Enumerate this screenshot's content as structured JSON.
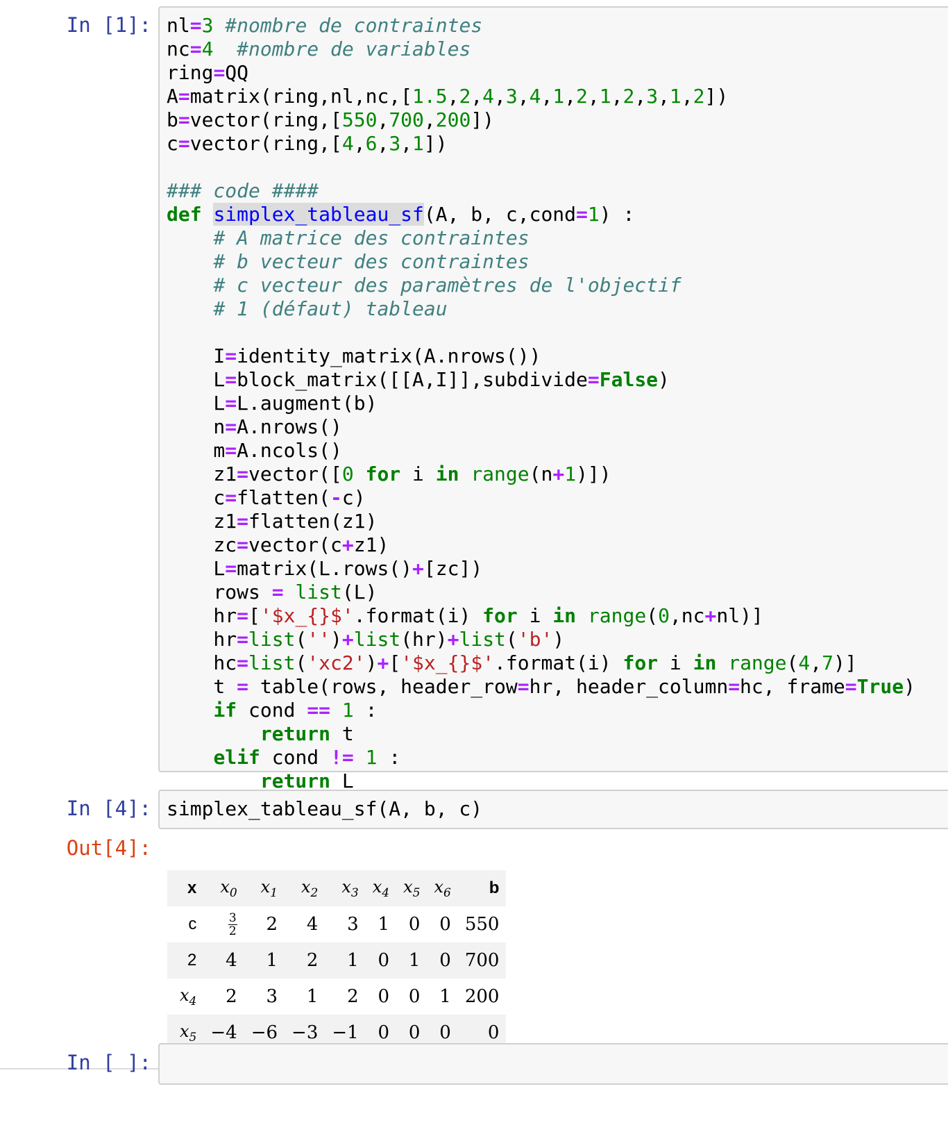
{
  "cells": [
    {
      "prompt": "In [1]:",
      "lines": [
        [
          [
            "nl",
            ""
          ],
          [
            "=",
            "op"
          ],
          [
            "3",
            "num"
          ],
          [
            " ",
            ""
          ],
          [
            "#nombre de contraintes",
            "cm"
          ]
        ],
        [
          [
            "nc",
            ""
          ],
          [
            "=",
            "op"
          ],
          [
            "4",
            "num"
          ],
          [
            "  ",
            ""
          ],
          [
            "#nombre de variables",
            "cm"
          ]
        ],
        [
          [
            "ring",
            ""
          ],
          [
            "=",
            "op"
          ],
          [
            "QQ",
            ""
          ]
        ],
        [
          [
            "A",
            ""
          ],
          [
            "=",
            "op"
          ],
          [
            "matrix(ring,nl,nc,[",
            ""
          ],
          [
            "1.5",
            "num"
          ],
          [
            ",",
            ""
          ],
          [
            "2",
            "num"
          ],
          [
            ",",
            ""
          ],
          [
            "4",
            "num"
          ],
          [
            ",",
            ""
          ],
          [
            "3",
            "num"
          ],
          [
            ",",
            ""
          ],
          [
            "4",
            "num"
          ],
          [
            ",",
            ""
          ],
          [
            "1",
            "num"
          ],
          [
            ",",
            ""
          ],
          [
            "2",
            "num"
          ],
          [
            ",",
            ""
          ],
          [
            "1",
            "num"
          ],
          [
            ",",
            ""
          ],
          [
            "2",
            "num"
          ],
          [
            ",",
            ""
          ],
          [
            "3",
            "num"
          ],
          [
            ",",
            ""
          ],
          [
            "1",
            "num"
          ],
          [
            ",",
            ""
          ],
          [
            "2",
            "num"
          ],
          [
            "])",
            ""
          ]
        ],
        [
          [
            "b",
            ""
          ],
          [
            "=",
            "op"
          ],
          [
            "vector(ring,[",
            ""
          ],
          [
            "550",
            "num"
          ],
          [
            ",",
            ""
          ],
          [
            "700",
            "num"
          ],
          [
            ",",
            ""
          ],
          [
            "200",
            "num"
          ],
          [
            "])",
            ""
          ]
        ],
        [
          [
            "c",
            ""
          ],
          [
            "=",
            "op"
          ],
          [
            "vector(ring,[",
            ""
          ],
          [
            "4",
            "num"
          ],
          [
            ",",
            ""
          ],
          [
            "6",
            "num"
          ],
          [
            ",",
            ""
          ],
          [
            "3",
            "num"
          ],
          [
            ",",
            ""
          ],
          [
            "1",
            "num"
          ],
          [
            "])",
            ""
          ]
        ],
        [],
        [
          [
            "### code ####",
            "cm"
          ]
        ],
        [
          [
            "def",
            "kw"
          ],
          [
            " ",
            ""
          ],
          [
            "simplex_tableau_sf",
            "fn"
          ],
          [
            "(A, b, c,cond",
            ""
          ],
          [
            "=",
            "op"
          ],
          [
            "1",
            "num"
          ],
          [
            ") :",
            ""
          ]
        ],
        [
          [
            "    ",
            ""
          ],
          [
            "# A matrice des contraintes",
            "cm"
          ]
        ],
        [
          [
            "    ",
            ""
          ],
          [
            "# b vecteur des contraintes",
            "cm"
          ]
        ],
        [
          [
            "    ",
            ""
          ],
          [
            "# c vecteur des paramètres de l'objectif",
            "cm"
          ]
        ],
        [
          [
            "    ",
            ""
          ],
          [
            "# 1 (défaut) tableau",
            "cm"
          ]
        ],
        [],
        [
          [
            "    I",
            ""
          ],
          [
            "=",
            "op"
          ],
          [
            "identity_matrix(A.nrows())",
            ""
          ]
        ],
        [
          [
            "    L",
            ""
          ],
          [
            "=",
            "op"
          ],
          [
            "block_matrix([[A,I]],subdivide",
            ""
          ],
          [
            "=",
            "op"
          ],
          [
            "False",
            "kw"
          ],
          [
            ")",
            ""
          ]
        ],
        [
          [
            "    L",
            ""
          ],
          [
            "=",
            "op"
          ],
          [
            "L.augment(b)",
            ""
          ]
        ],
        [
          [
            "    n",
            ""
          ],
          [
            "=",
            "op"
          ],
          [
            "A.nrows()",
            ""
          ]
        ],
        [
          [
            "    m",
            ""
          ],
          [
            "=",
            "op"
          ],
          [
            "A.ncols()",
            ""
          ]
        ],
        [
          [
            "    z1",
            ""
          ],
          [
            "=",
            "op"
          ],
          [
            "vector([",
            ""
          ],
          [
            "0",
            "num"
          ],
          [
            " ",
            ""
          ],
          [
            "for",
            "kw"
          ],
          [
            " i ",
            ""
          ],
          [
            "in",
            "kw"
          ],
          [
            " ",
            ""
          ],
          [
            "range",
            "bi"
          ],
          [
            "(n",
            ""
          ],
          [
            "+",
            "op"
          ],
          [
            "1",
            "num"
          ],
          [
            ")])",
            ""
          ]
        ],
        [
          [
            "    c",
            ""
          ],
          [
            "=",
            "op"
          ],
          [
            "flatten(",
            ""
          ],
          [
            "-",
            "op"
          ],
          [
            "c)",
            ""
          ]
        ],
        [
          [
            "    z1",
            ""
          ],
          [
            "=",
            "op"
          ],
          [
            "flatten(z1)",
            ""
          ]
        ],
        [
          [
            "    zc",
            ""
          ],
          [
            "=",
            "op"
          ],
          [
            "vector(c",
            ""
          ],
          [
            "+",
            "op"
          ],
          [
            "z1)",
            ""
          ]
        ],
        [
          [
            "    L",
            ""
          ],
          [
            "=",
            "op"
          ],
          [
            "matrix(L.rows()",
            ""
          ],
          [
            "+",
            "op"
          ],
          [
            "[zc])",
            ""
          ]
        ],
        [
          [
            "    rows ",
            ""
          ],
          [
            "=",
            "op"
          ],
          [
            " ",
            ""
          ],
          [
            "list",
            "bi"
          ],
          [
            "(L)",
            ""
          ]
        ],
        [
          [
            "    hr",
            ""
          ],
          [
            "=",
            "op"
          ],
          [
            "[",
            ""
          ],
          [
            "'$x_{}$'",
            "st"
          ],
          [
            ".format(i) ",
            ""
          ],
          [
            "for",
            "kw"
          ],
          [
            " i ",
            ""
          ],
          [
            "in",
            "kw"
          ],
          [
            " ",
            ""
          ],
          [
            "range",
            "bi"
          ],
          [
            "(",
            ""
          ],
          [
            "0",
            "num"
          ],
          [
            ",nc",
            ""
          ],
          [
            "+",
            "op"
          ],
          [
            "nl)]",
            ""
          ]
        ],
        [
          [
            "    hr",
            ""
          ],
          [
            "=",
            "op"
          ],
          [
            "list",
            "bi"
          ],
          [
            "(",
            ""
          ],
          [
            "''",
            "st"
          ],
          [
            ")",
            ""
          ],
          [
            "+",
            "op"
          ],
          [
            "list",
            "bi"
          ],
          [
            "(hr)",
            ""
          ],
          [
            "+",
            "op"
          ],
          [
            "list",
            "bi"
          ],
          [
            "(",
            ""
          ],
          [
            "'b'",
            "st"
          ],
          [
            ")",
            ""
          ]
        ],
        [
          [
            "    hc",
            ""
          ],
          [
            "=",
            "op"
          ],
          [
            "list",
            "bi"
          ],
          [
            "(",
            ""
          ],
          [
            "'xc2'",
            "st"
          ],
          [
            ")",
            ""
          ],
          [
            "+",
            "op"
          ],
          [
            "[",
            ""
          ],
          [
            "'$x_{}$'",
            "st"
          ],
          [
            ".format(i) ",
            ""
          ],
          [
            "for",
            "kw"
          ],
          [
            " i ",
            ""
          ],
          [
            "in",
            "kw"
          ],
          [
            " ",
            ""
          ],
          [
            "range",
            "bi"
          ],
          [
            "(",
            ""
          ],
          [
            "4",
            "num"
          ],
          [
            ",",
            ""
          ],
          [
            "7",
            "num"
          ],
          [
            ")]",
            ""
          ]
        ],
        [
          [
            "    t ",
            ""
          ],
          [
            "=",
            "op"
          ],
          [
            " table(rows, header_row",
            ""
          ],
          [
            "=",
            "op"
          ],
          [
            "hr, header_column",
            ""
          ],
          [
            "=",
            "op"
          ],
          [
            "hc, frame",
            ""
          ],
          [
            "=",
            "op"
          ],
          [
            "True",
            "kw"
          ],
          [
            ")",
            ""
          ]
        ],
        [
          [
            "    ",
            ""
          ],
          [
            "if",
            "kw"
          ],
          [
            " cond ",
            ""
          ],
          [
            "==",
            "op"
          ],
          [
            " ",
            ""
          ],
          [
            "1",
            "num"
          ],
          [
            " :",
            ""
          ]
        ],
        [
          [
            "        ",
            ""
          ],
          [
            "return",
            "kw"
          ],
          [
            " t",
            ""
          ]
        ],
        [
          [
            "    ",
            ""
          ],
          [
            "elif",
            "kw"
          ],
          [
            " cond ",
            ""
          ],
          [
            "!=",
            "op"
          ],
          [
            " ",
            ""
          ],
          [
            "1",
            "num"
          ],
          [
            " :",
            ""
          ]
        ],
        [
          [
            "        ",
            ""
          ],
          [
            "return",
            "kw"
          ],
          [
            " L",
            ""
          ]
        ]
      ]
    },
    {
      "prompt": "In [4]:",
      "lines": [
        [
          [
            "simplex_tableau_sf(A, b, c)",
            ""
          ]
        ]
      ]
    },
    {
      "prompt": "In [ ]:",
      "lines": []
    }
  ],
  "output": {
    "prompt": "Out[4]:",
    "table": {
      "header": [
        "x",
        "x",
        "x",
        "x",
        "x",
        "x",
        "x",
        "x",
        "b"
      ],
      "header_subscripts": [
        "",
        "0",
        "1",
        "2",
        "3",
        "4",
        "5",
        "6",
        ""
      ],
      "rows": [
        {
          "head": "c",
          "head_sub": "",
          "cells": [
            "3/2",
            "2",
            "4",
            "3",
            "1",
            "0",
            "0",
            "550"
          ]
        },
        {
          "head": "2",
          "head_sub": "",
          "cells": [
            "4",
            "1",
            "2",
            "1",
            "0",
            "1",
            "0",
            "700"
          ]
        },
        {
          "head": "x",
          "head_sub": "4",
          "cells": [
            "2",
            "3",
            "1",
            "2",
            "0",
            "0",
            "1",
            "200"
          ]
        },
        {
          "head": "x",
          "head_sub": "5",
          "cells": [
            "−4",
            "−6",
            "−3",
            "−1",
            "0",
            "0",
            "0",
            "0"
          ]
        }
      ]
    }
  }
}
